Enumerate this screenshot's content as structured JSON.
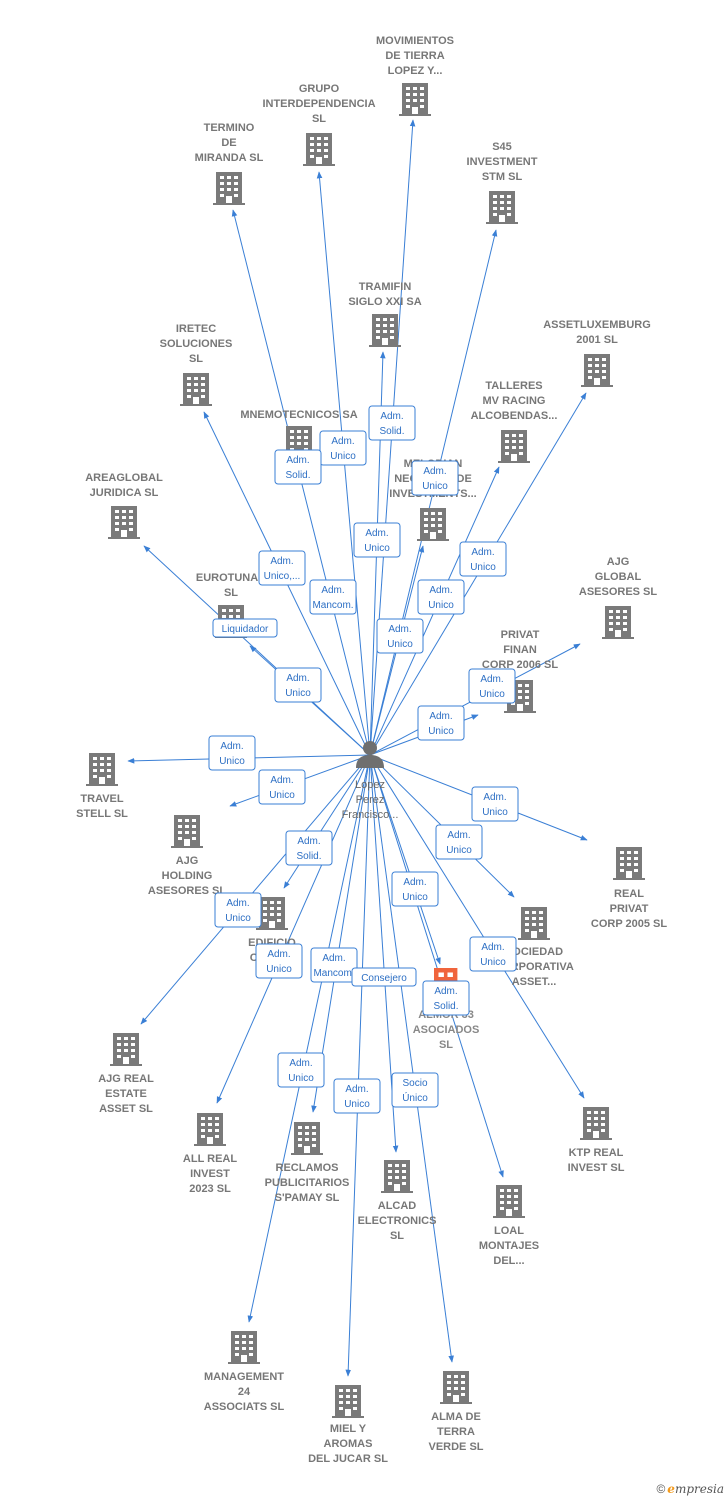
{
  "colors": {
    "edge": "#3a7fd5",
    "building": "#7a7a7a",
    "highlight": "#f0643c",
    "person": "#6f6f6f"
  },
  "center": {
    "lines": [
      "Lopez",
      "Perez",
      "Francisco..."
    ],
    "icon": "person-icon"
  },
  "brand": {
    "copyright": "©",
    "initial": "e",
    "rest": "mpresia"
  },
  "companies": [
    {
      "id": "movimientos",
      "lines": [
        "MOVIMIENTOS",
        "DE TIERRA",
        "LOPEZ Y..."
      ]
    },
    {
      "id": "grupo",
      "lines": [
        "GRUPO",
        "INTERDEPENDENCIA",
        "SL"
      ]
    },
    {
      "id": "termino",
      "lines": [
        "TERMINO",
        "DE",
        "MIRANDA SL"
      ]
    },
    {
      "id": "s45",
      "lines": [
        "S45",
        "INVESTMENT",
        "STM SL"
      ]
    },
    {
      "id": "tramifin",
      "lines": [
        "TRAMIFIN",
        "SIGLO XXI SA"
      ]
    },
    {
      "id": "iretec",
      "lines": [
        "IRETEC",
        "SOLUCIONES",
        "SL"
      ]
    },
    {
      "id": "assetlux",
      "lines": [
        "ASSETLUXEMBURG",
        "2001 SL"
      ]
    },
    {
      "id": "talleres",
      "lines": [
        "TALLERES",
        "MV RACING",
        "ALCOBENDAS..."
      ]
    },
    {
      "id": "mnemo",
      "lines": [
        "MNEMOTECNICOS SA"
      ]
    },
    {
      "id": "melodian",
      "lines": [
        "MELODIAN",
        "NEGOCIOS DE",
        "INVESTMENTS..."
      ]
    },
    {
      "id": "areaglobal",
      "lines": [
        "AREAGLOBAL",
        "JURIDICA SL"
      ]
    },
    {
      "id": "eurotunar",
      "lines": [
        "EUROTUNAR",
        "SL"
      ]
    },
    {
      "id": "ajgglobal",
      "lines": [
        "AJG",
        "GLOBAL",
        "ASESORES SL"
      ]
    },
    {
      "id": "privatfinan",
      "lines": [
        "PRIVAT",
        "FINAN",
        "CORP 2006 SL"
      ]
    },
    {
      "id": "travel",
      "lines": [
        "TRAVEL",
        "STELL SL"
      ]
    },
    {
      "id": "ajgholding",
      "lines": [
        "AJG",
        "HOLDING",
        "ASESORES SL"
      ]
    },
    {
      "id": "realprivat",
      "lines": [
        "REAL",
        "PRIVAT",
        "CORP 2005 SL"
      ]
    },
    {
      "id": "edificio",
      "lines": [
        "EDIFICIO",
        "CINCO..."
      ]
    },
    {
      "id": "sociedad",
      "lines": [
        "SOCIEDAD",
        "CORPORATIVA",
        "ASSET..."
      ]
    },
    {
      "id": "almor",
      "lines": [
        "ALMOR 33",
        "ASOCIADOS",
        "SL"
      ]
    },
    {
      "id": "ajgreal",
      "lines": [
        "AJG REAL",
        "ESTATE",
        "ASSET SL"
      ]
    },
    {
      "id": "allreal",
      "lines": [
        "ALL REAL",
        "INVEST",
        "2023 SL"
      ]
    },
    {
      "id": "reclamos",
      "lines": [
        "RECLAMOS",
        "PUBLICITARIOS",
        "S'PAMAY SL"
      ]
    },
    {
      "id": "alcad",
      "lines": [
        "ALCAD",
        "ELECTRONICS",
        "SL"
      ]
    },
    {
      "id": "ktp",
      "lines": [
        "KTP REAL",
        "INVEST SL"
      ]
    },
    {
      "id": "loal",
      "lines": [
        "LOAL",
        "MONTAJES",
        "DEL..."
      ]
    },
    {
      "id": "management",
      "lines": [
        "MANAGEMENT",
        "24",
        "ASSOCIATS SL"
      ]
    },
    {
      "id": "miel",
      "lines": [
        "MIEL Y",
        "AROMAS",
        "DEL JUCAR SL"
      ]
    },
    {
      "id": "alma",
      "lines": [
        "ALMA DE",
        "TERRA",
        "VERDE SL"
      ]
    }
  ],
  "relations": [
    {
      "id": "r1",
      "lines": [
        "Adm.",
        "Solid."
      ]
    },
    {
      "id": "r2",
      "lines": [
        "Adm.",
        "Unico"
      ]
    },
    {
      "id": "r3",
      "lines": [
        "Adm.",
        "Solid."
      ]
    },
    {
      "id": "r4",
      "lines": [
        "Adm.",
        "Unico"
      ]
    },
    {
      "id": "r5",
      "lines": [
        "Adm.",
        "Unico"
      ]
    },
    {
      "id": "r6",
      "lines": [
        "Adm.",
        "Unico,..."
      ]
    },
    {
      "id": "r7",
      "lines": [
        "Adm.",
        "Mancom."
      ]
    },
    {
      "id": "r8",
      "lines": [
        "Adm.",
        "Unico"
      ]
    },
    {
      "id": "r9",
      "lines": [
        "Adm.",
        "Unico"
      ]
    },
    {
      "id": "r10",
      "lines": [
        "Liquidador"
      ]
    },
    {
      "id": "r11",
      "lines": [
        "Adm.",
        "Unico"
      ]
    },
    {
      "id": "r12",
      "lines": [
        "Adm.",
        "Unico"
      ]
    },
    {
      "id": "r13",
      "lines": [
        "Adm.",
        "Unico"
      ]
    },
    {
      "id": "r14",
      "lines": [
        "Adm.",
        "Unico"
      ]
    },
    {
      "id": "r15",
      "lines": [
        "Adm.",
        "Unico"
      ]
    },
    {
      "id": "r16",
      "lines": [
        "Adm.",
        "Unico"
      ]
    },
    {
      "id": "r17",
      "lines": [
        "Adm.",
        "Unico"
      ]
    },
    {
      "id": "r18",
      "lines": [
        "Adm.",
        "Unico"
      ]
    },
    {
      "id": "r19",
      "lines": [
        "Adm.",
        "Solid."
      ]
    },
    {
      "id": "r20",
      "lines": [
        "Adm.",
        "Unico"
      ]
    },
    {
      "id": "r21",
      "lines": [
        "Adm.",
        "Unico"
      ]
    },
    {
      "id": "r22",
      "lines": [
        "Adm.",
        "Unico"
      ]
    },
    {
      "id": "r23",
      "lines": [
        "Adm.",
        "Mancom."
      ]
    },
    {
      "id": "r24",
      "lines": [
        "Consejero"
      ]
    },
    {
      "id": "r25",
      "lines": [
        "Adm.",
        "Unico"
      ]
    },
    {
      "id": "r26",
      "lines": [
        "Adm.",
        "Solid."
      ]
    },
    {
      "id": "r27",
      "lines": [
        "Adm.",
        "Unico"
      ]
    },
    {
      "id": "r28",
      "lines": [
        "Adm.",
        "Unico"
      ]
    },
    {
      "id": "r29",
      "lines": [
        "Socio",
        "Único"
      ]
    }
  ]
}
